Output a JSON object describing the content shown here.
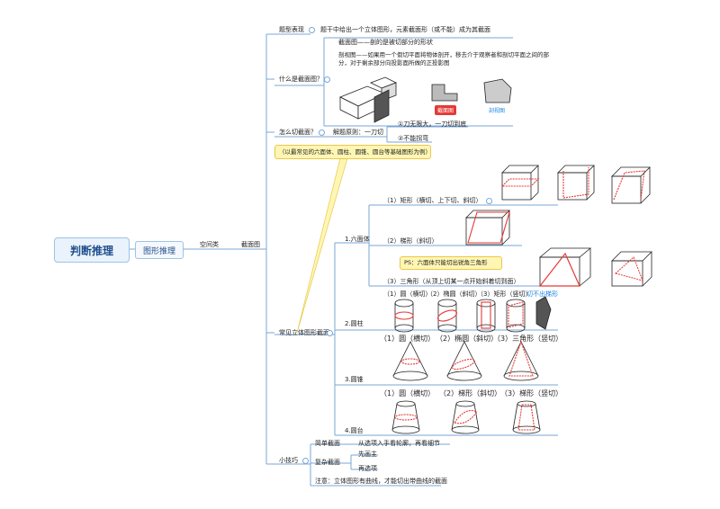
{
  "root": "判断推理",
  "level1": "图形推理",
  "branch": {
    "kongjian": "空间类",
    "jiemian": "截面图"
  },
  "n1": {
    "label": "题型表现",
    "text": "题干中给出一个立体图形，元素截面形（或不能）成为其截面"
  },
  "n2": {
    "label": "什么是截面图？",
    "line1": "截面图——剖的是被切部分的形状",
    "line2": "剖视图——如果用一个假切平面将物体剖开，移去介于观察者和剖切平面之间的部",
    "line3": "分，对于剩余部分向投影面所做的正投影图",
    "tag_red": "截面图",
    "tag_blue": "剖视图"
  },
  "n3": {
    "label": "怎么切截面？",
    "sub": "解题原则：一刀切",
    "a": "①刀无限大，一刀切到底",
    "b": "②不能拐弯"
  },
  "callout": "（以最常见的六面体、圆柱、圆锥、圆台等基础图形为例）",
  "cube": {
    "label": "1.六面体",
    "i1": "（1）矩形（横切、上下切、斜切）",
    "i2": "（2）梯形（斜切）",
    "ps": "PS：六面体只能切出锐角三角形",
    "i3": "（3）三角形（从顶上切某一点开始斜着切到面）"
  },
  "common_label": "常见立体图形截面",
  "cyl": {
    "label": "2.圆柱",
    "items": [
      "（1）圆（横切）",
      "（2）椭圆（斜切）",
      "（3）矩形（竖切）"
    ],
    "special": "切不出梯形"
  },
  "cone": {
    "label": "3.圆锥",
    "items": [
      "（1）圆（横切）",
      "（2）椭圆（斜切）",
      "（3）三角形（竖切）"
    ]
  },
  "frustum": {
    "label": "4.圆台",
    "items": [
      "（1）圆（横切）",
      "（2）梯形（斜切）",
      "（3）梯形（竖切）"
    ]
  },
  "tips": {
    "label": "小技巧",
    "simple": "简单截面",
    "simple_text": "从选项入手看轮廓，再看细节",
    "complex": "复杂截面",
    "c1": "先画主",
    "c2": "再选项",
    "note": "注意：立体图形有曲线，才能切出带曲线的截面"
  },
  "colors": {
    "line": "#7aa7d6",
    "red": "#e53935",
    "blue": "#1e88e5",
    "accent": "#1f4e8c"
  }
}
